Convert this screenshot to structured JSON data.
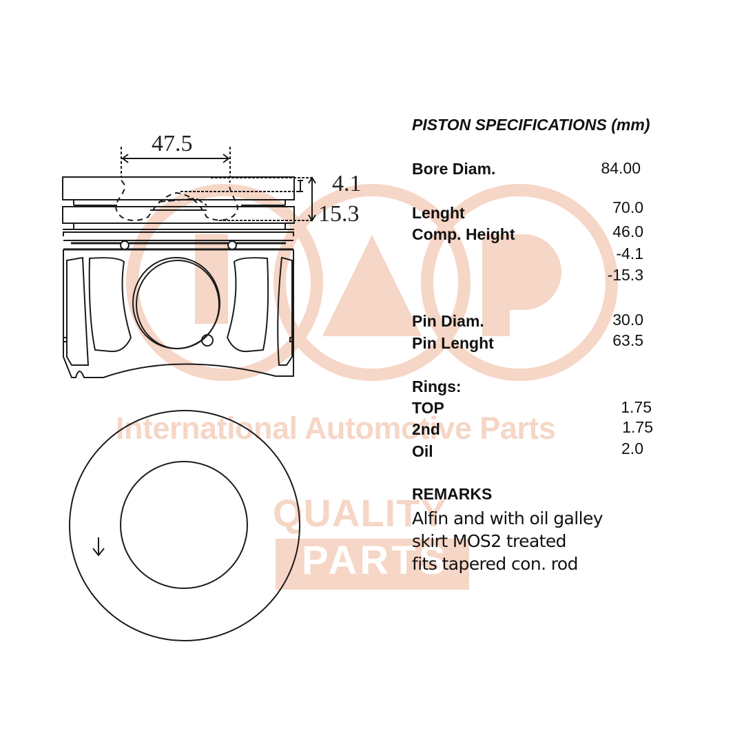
{
  "watermark": {
    "logo": "IAP",
    "tagline": "International Automotive Parts",
    "badge_line1": "QUALITY",
    "badge_line2": "PARTS",
    "color": "#f6d6c6"
  },
  "diagram": {
    "dim_top_width": "47.5",
    "dim_ring_top": "4.1",
    "dim_ring_depth": "15.3",
    "direction_arrow": "arrow-down-icon"
  },
  "specs": {
    "title": "PISTON SPECIFICATIONS (mm)",
    "rows": [
      {
        "label": "Bore Diam.",
        "value": "84.00"
      },
      {
        "label": "Lenght",
        "value": "70.0"
      },
      {
        "label": "Comp. Height",
        "value": "46.0"
      },
      {
        "label": "",
        "value": "-4.1"
      },
      {
        "label": "",
        "value": "-15.3"
      },
      {
        "label": "Pin Diam.",
        "value": "30.0"
      },
      {
        "label": "Pin Lenght",
        "value": "63.5"
      }
    ],
    "rings": {
      "title": "Rings:",
      "items": [
        {
          "label": "TOP",
          "value": "1.75"
        },
        {
          "label": "2nd",
          "value": "1.75"
        },
        {
          "label": "Oil",
          "value": "2.0"
        }
      ]
    },
    "remarks": {
      "title": "REMARKS",
      "lines": [
        "Alfin and with oil galley",
        "skirt MOS2 treated",
        "fits tapered con. rod"
      ]
    }
  }
}
